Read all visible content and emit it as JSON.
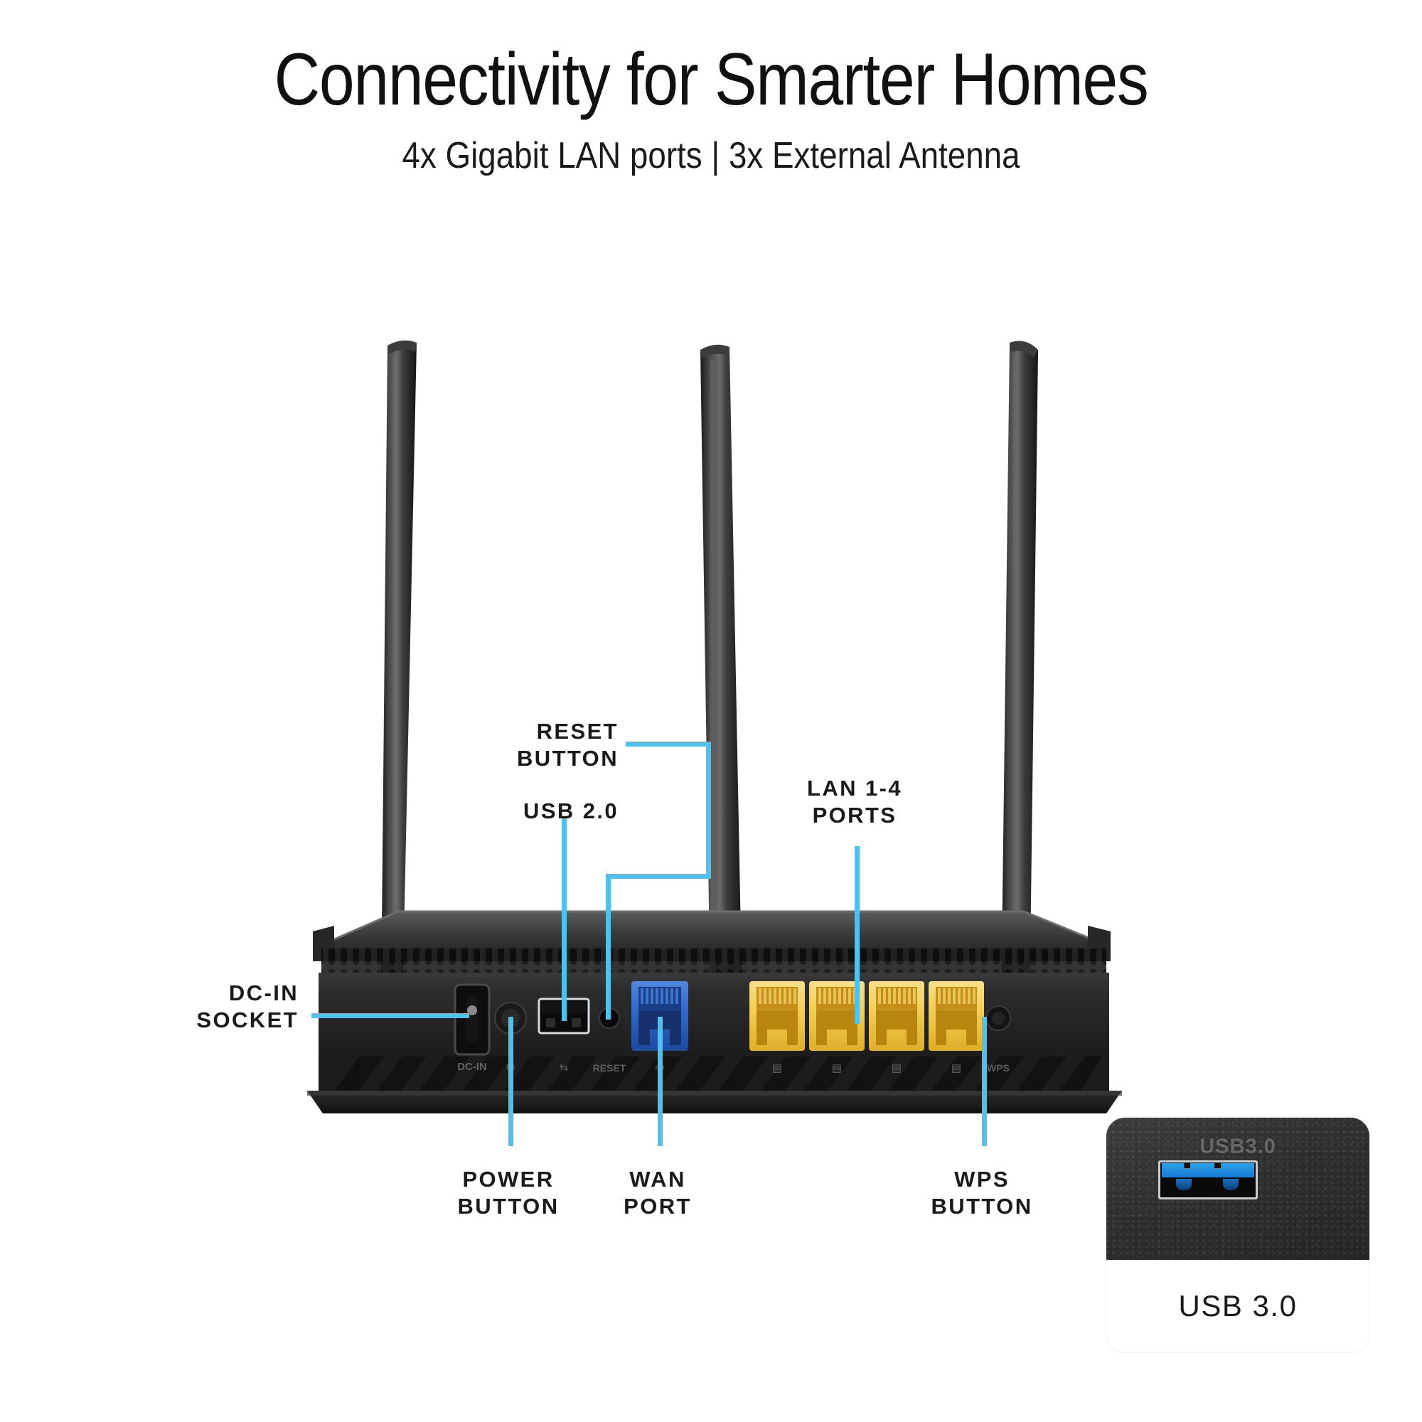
{
  "header": {
    "title": "Connectivity for Smarter Homes",
    "subtitle": "4x Gigabit LAN ports | 3x External Antenna"
  },
  "accent_color": "#4EC2EC",
  "callouts": {
    "dc_in": "DC-IN\nSOCKET",
    "reset": "RESET\nBUTTON",
    "usb2": "USB 2.0",
    "lan": "LAN 1-4\nPORTS",
    "power": "POWER\nBUTTON",
    "wan": "WAN\nPORT",
    "wps": "WPS\nBUTTON"
  },
  "inset": {
    "emboss_label": "USB3.0",
    "caption": "USB 3.0"
  },
  "product": {
    "antenna_count": 3,
    "lan_port_count": 4,
    "port_colors": {
      "wan": "#2A6FD0",
      "lan": "#F0CF52",
      "lan_inner": "#D99A22",
      "usb3": "#1F8FE0"
    }
  }
}
